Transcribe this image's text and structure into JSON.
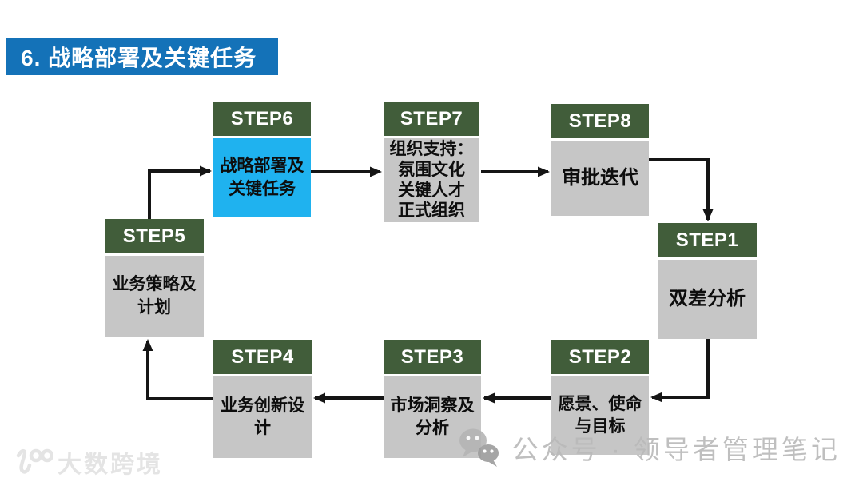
{
  "title": {
    "text": "6. 战略部署及关键任务"
  },
  "steps": [
    {
      "header": "STEP1",
      "body": "双差分析"
    },
    {
      "header": "STEP2",
      "body": "愿景、使命\n与目标"
    },
    {
      "header": "STEP3",
      "body": "市场洞察及\n分析"
    },
    {
      "header": "STEP4",
      "body": "业务创新设\n计"
    },
    {
      "header": "STEP5",
      "body": "业务策略及\n计划"
    },
    {
      "header": "STEP6",
      "body": "战略部署及\n关键任务",
      "highlighted": true
    },
    {
      "header": "STEP7",
      "body": "组织支持：\n氛围文化\n关键人才\n正式组织"
    },
    {
      "header": "STEP8",
      "body": "审批迭代"
    }
  ],
  "colors": {
    "title_bar_blue": "#1472b8",
    "step_header_green": "#415d3a",
    "step_body_gray": "#c6c6c6",
    "highlight_blue": "#1fb2ef",
    "arrow_black": "#151515",
    "watermark_gray": "#b9b9b9"
  },
  "watermarks": {
    "logo_text": "大数跨境",
    "account_text": "公众号 · 领导者管理笔记"
  }
}
